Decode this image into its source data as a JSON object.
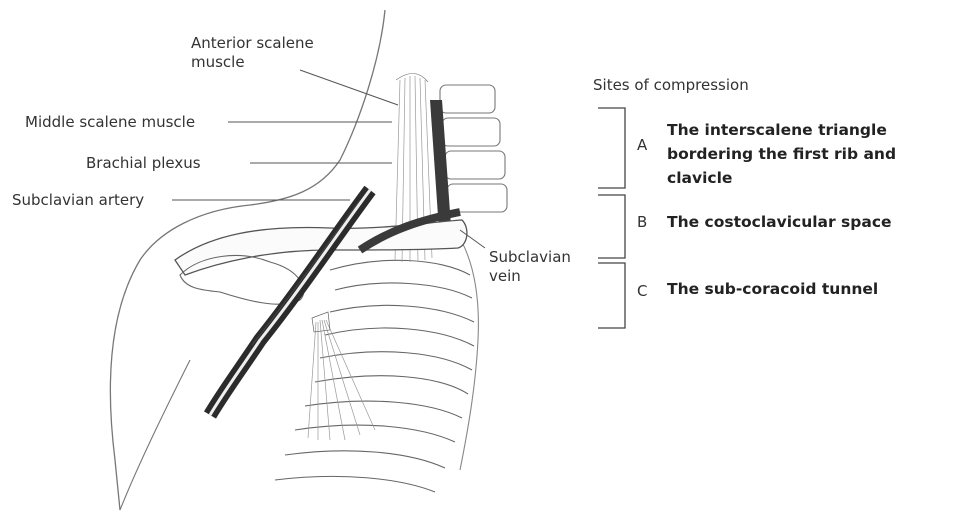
{
  "labels": {
    "anterior_scalene_line1": "Anterior scalene",
    "anterior_scalene_line2": "muscle",
    "middle_scalene": "Middle scalene muscle",
    "brachial_plexus": "Brachial plexus",
    "subclavian_artery": "Subclavian artery",
    "subclavian_vein_line1": "Subclavian",
    "subclavian_vein_line2": "vein"
  },
  "sites": {
    "heading": "Sites of compression",
    "items": [
      {
        "letter": "A",
        "line1": "The interscalene triangle",
        "line2": "bordering the first rib and clavicle"
      },
      {
        "letter": "B",
        "line1": "The costoclavicular space",
        "line2": ""
      },
      {
        "letter": "C",
        "line1": "The sub-coracoid tunnel",
        "line2": ""
      }
    ]
  },
  "colors": {
    "ink": "#333333",
    "line": "#555555",
    "dark_structure": "#2b2b2b"
  }
}
